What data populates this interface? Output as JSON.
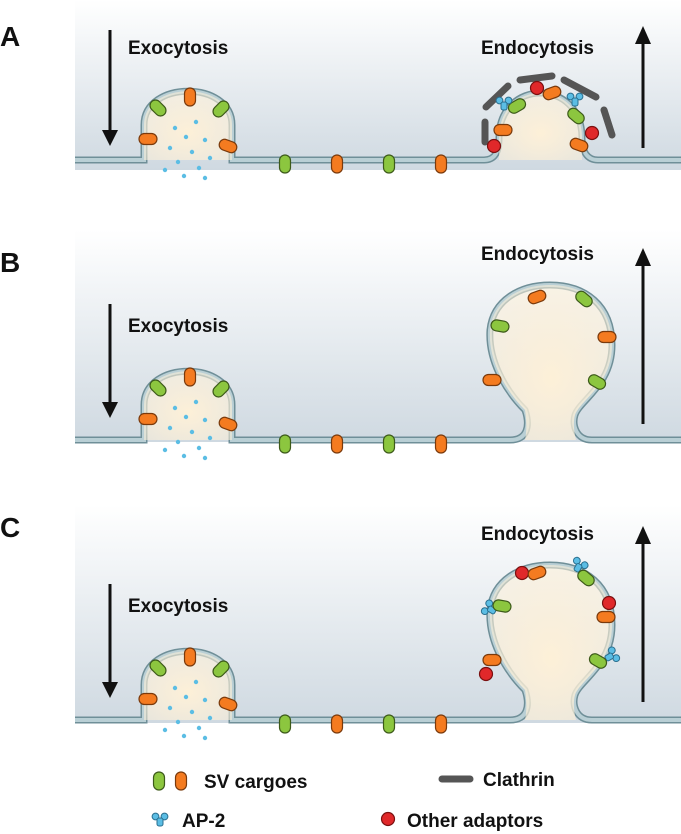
{
  "panels": [
    {
      "letter": "A",
      "left_label": "Exocytosis",
      "right_label": "Endocytosis"
    },
    {
      "letter": "B",
      "left_label": "Exocytosis",
      "right_label": "Endocytosis"
    },
    {
      "letter": "C",
      "left_label": "Exocytosis",
      "right_label": "Endocytosis"
    }
  ],
  "legend": {
    "sv_cargoes": "SV cargoes",
    "clathrin": "Clathrin",
    "ap2": "AP-2",
    "other_adaptors": "Other adaptors"
  },
  "colors": {
    "green_cargo": "#8cc63f",
    "orange_cargo": "#f47b20",
    "ap2": "#5bbde4",
    "other_adaptor": "#e0282a",
    "clathrin": "#555555",
    "membrane": "#9fbcc4",
    "lumen": "#fdf0d8",
    "cytosol_top": "#cfd9e1"
  }
}
